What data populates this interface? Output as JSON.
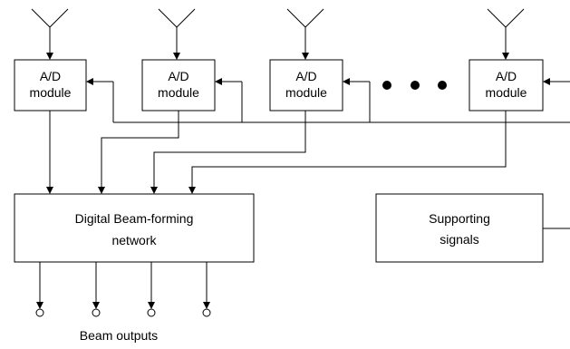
{
  "modules": [
    {
      "line1": "A/D",
      "line2": "module"
    },
    {
      "line1": "A/D",
      "line2": "module"
    },
    {
      "line1": "A/D",
      "line2": "module"
    },
    {
      "line1": "A/D",
      "line2": "module"
    }
  ],
  "beamformer": {
    "line1": "Digital Beam-forming",
    "line2": "network"
  },
  "support": {
    "line1": "Supporting",
    "line2": "signals"
  },
  "outputs_label": "Beam outputs",
  "output_count": 4
}
